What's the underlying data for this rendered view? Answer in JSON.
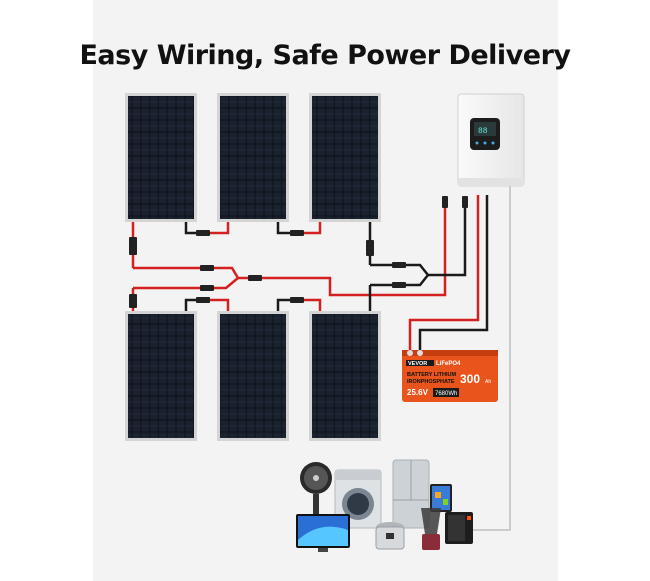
{
  "title": "Easy Wiring, Safe Power Delivery",
  "battery": {
    "brand": "VEVOR",
    "chemistry_short": "LiFePO4",
    "line1": "BATTERY LITHIUM",
    "line2": "IRONPHOSPHATE",
    "capacity": "300",
    "capacity_unit": "Ah",
    "voltage": "25.6V",
    "energy": "7680Wh"
  },
  "colors": {
    "wire_red": "#d42020",
    "wire_black": "#1a1a1a",
    "wire_gray": "#c8c8c8",
    "panel_frame": "#cfcfcf",
    "panel_cell": "#151a22",
    "battery_body": "#e8541c",
    "inverter_body": "#f4f4f4",
    "background": "#f3f3f3"
  },
  "panels_count": 6,
  "appliances": [
    "fan-icon",
    "washing-machine-icon",
    "refrigerator-icon",
    "tablet-icon",
    "tv-icon",
    "pressure-cooker-icon",
    "blender-icon",
    "microwave-icon"
  ]
}
